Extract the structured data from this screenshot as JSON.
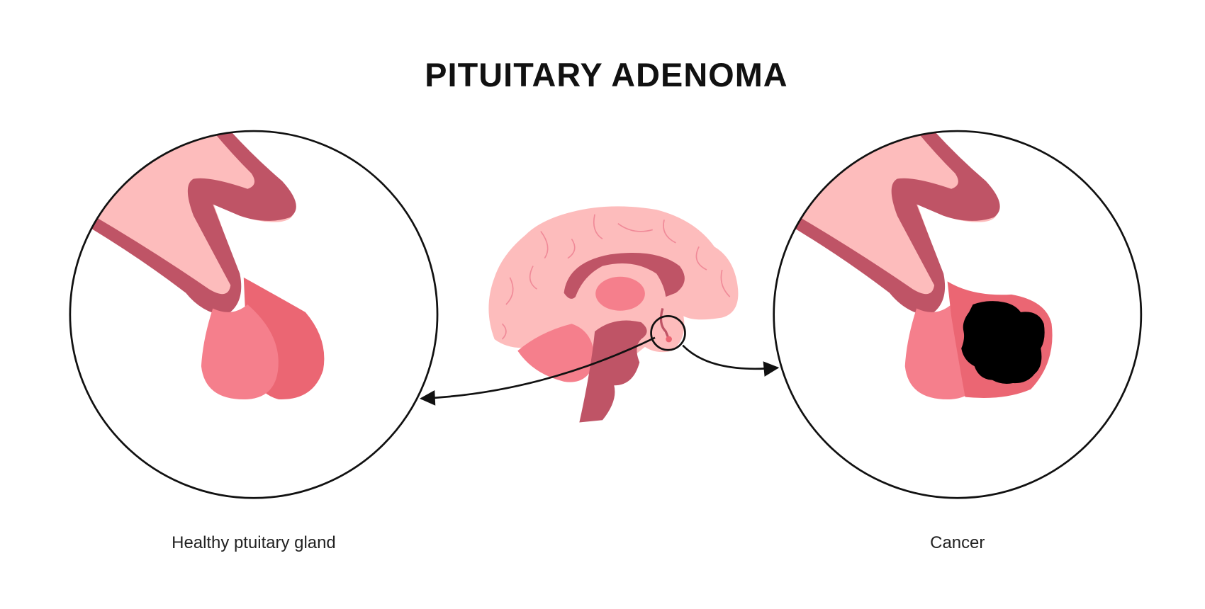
{
  "title": "PITUITARY ADENOMA",
  "panels": [
    {
      "label": "Healthy ptuitary gland",
      "state": "healthy"
    },
    {
      "label": "Cancer",
      "state": "tumor"
    }
  ],
  "colors": {
    "light_pink": "#fdbcbc",
    "mid_pink": "#f57f8c",
    "deep_pink": "#eb6673",
    "dark_rose": "#bf5466",
    "tumor": "#000000",
    "outline": "#111111"
  }
}
